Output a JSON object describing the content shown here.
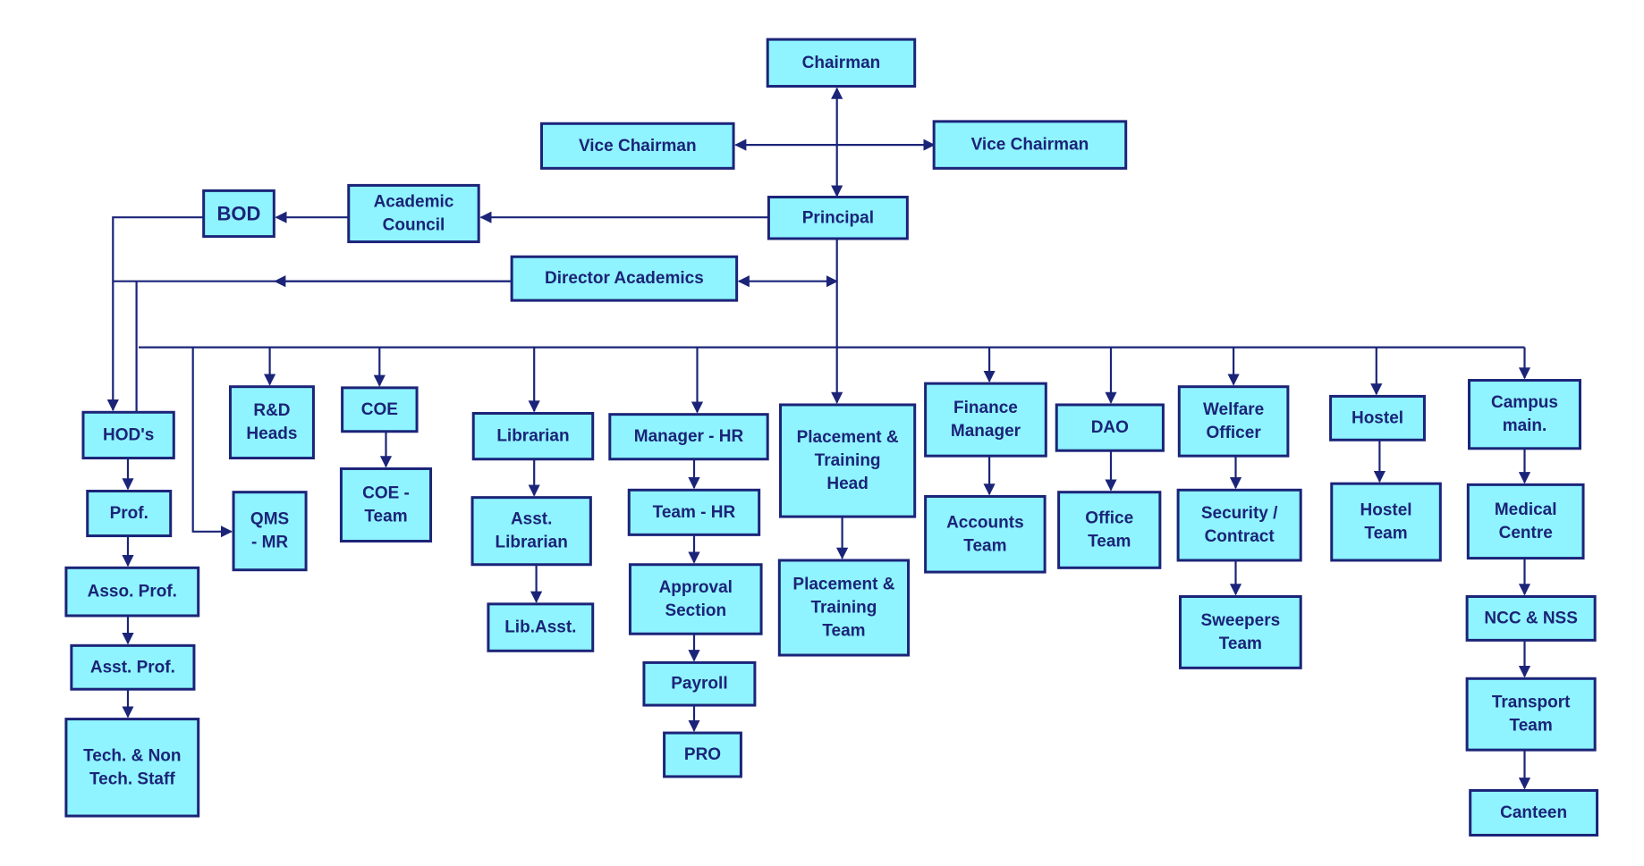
{
  "nodes": {
    "chairman": [
      "Chairman"
    ],
    "vice_chairman_left": [
      "Vice Chairman"
    ],
    "vice_chairman_right": [
      "Vice Chairman"
    ],
    "principal": [
      "Principal"
    ],
    "academic_council": [
      "Academic",
      "Council"
    ],
    "bod": [
      "BOD"
    ],
    "director_academics": [
      "Director Academics"
    ],
    "hods": [
      "HOD's"
    ],
    "prof": [
      "Prof."
    ],
    "asso_prof": [
      "Asso. Prof."
    ],
    "asst_prof": [
      "Asst. Prof."
    ],
    "tech_staff": [
      "Tech. & Non",
      "Tech. Staff"
    ],
    "rd_heads": [
      "R&D",
      "Heads"
    ],
    "qms_mr": [
      "QMS",
      "- MR"
    ],
    "coe": [
      "COE"
    ],
    "coe_team": [
      "COE -",
      "Team"
    ],
    "librarian": [
      "Librarian"
    ],
    "asst_librarian": [
      "Asst.",
      "Librarian"
    ],
    "lib_asst": [
      "Lib.Asst."
    ],
    "manager_hr": [
      "Manager - HR"
    ],
    "team_hr": [
      "Team - HR"
    ],
    "approval_section": [
      "Approval",
      "Section"
    ],
    "payroll": [
      "Payroll"
    ],
    "pro": [
      "PRO"
    ],
    "placement_head": [
      "Placement &",
      "Training",
      "Head"
    ],
    "placement_team": [
      "Placement &",
      "Training",
      "Team"
    ],
    "finance_manager": [
      "Finance",
      "Manager"
    ],
    "accounts_team": [
      "Accounts",
      "Team"
    ],
    "dao": [
      "DAO"
    ],
    "office_team": [
      "Office",
      "Team"
    ],
    "welfare_officer": [
      "Welfare",
      "Officer"
    ],
    "security_contract": [
      "Security /",
      "Contract"
    ],
    "sweepers_team": [
      "Sweepers",
      "Team"
    ],
    "hostel": [
      "Hostel"
    ],
    "hostel_team": [
      "Hostel",
      "Team"
    ],
    "campus_main": [
      "Campus",
      "main."
    ],
    "medical_centre": [
      "Medical",
      "Centre"
    ],
    "ncc_nss": [
      "NCC & NSS"
    ],
    "transport_team": [
      "Transport",
      "Team"
    ],
    "canteen": [
      "Canteen"
    ]
  },
  "colors": {
    "node_fill": "#8ff4ff",
    "line": "#1b2478",
    "text": "#1b2478"
  }
}
